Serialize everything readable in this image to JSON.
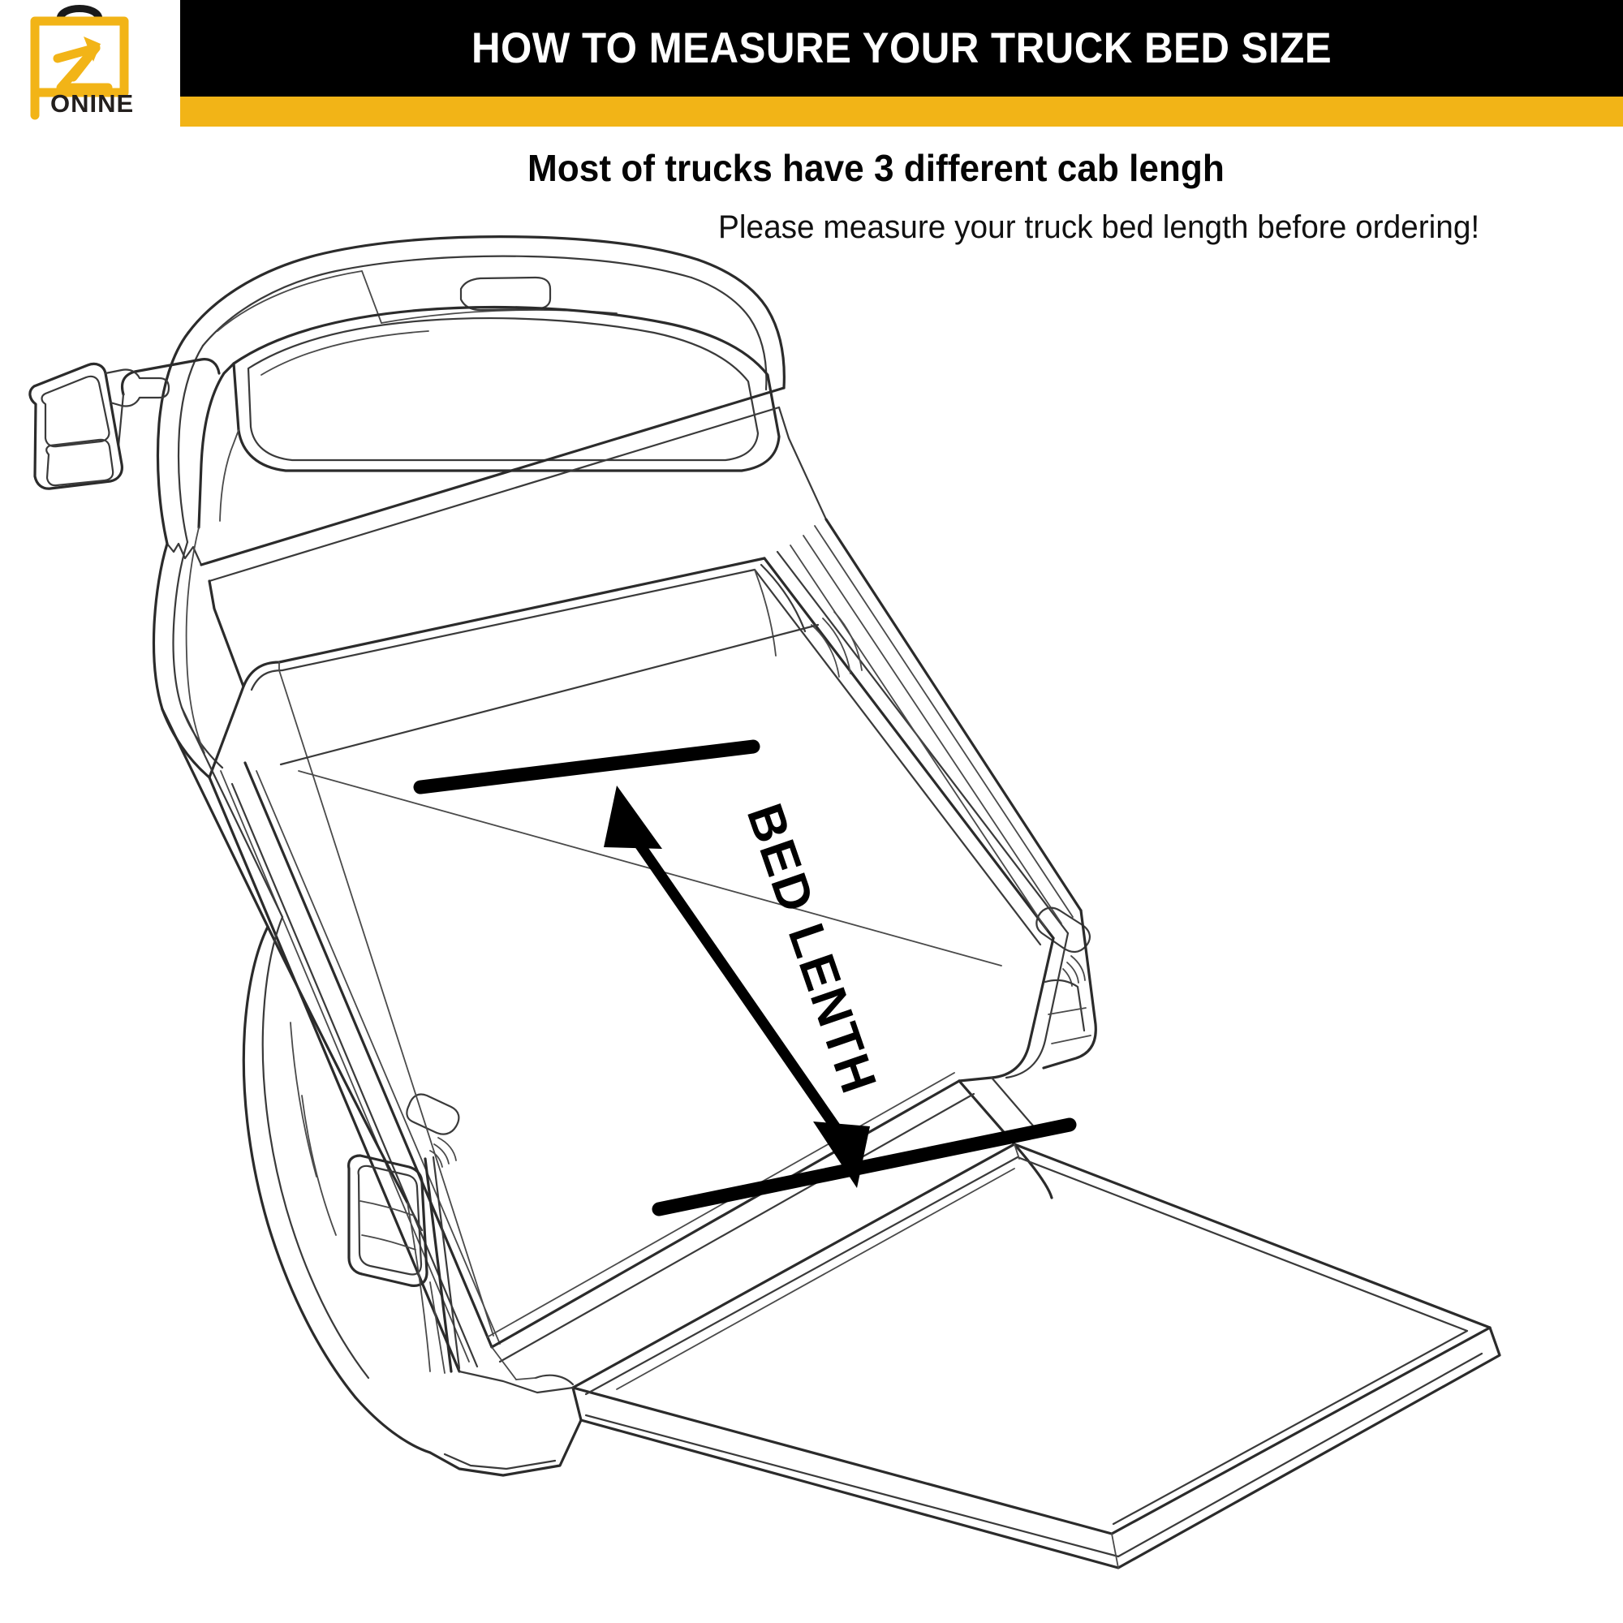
{
  "brand": {
    "name": "ONINE",
    "logo_icon": "shopping-bag-arrow-icon",
    "logo_color": "#F2B417",
    "logo_handle_color": "#1a1a1a",
    "wordmark_color": "#231f1d"
  },
  "header": {
    "title": "HOW TO MEASURE YOUR TRUCK BED SIZE",
    "bar_color": "#000000",
    "accent_color": "#F2B417",
    "title_color": "#FFFFFF"
  },
  "body": {
    "headline": "Most of trucks have 3 different cab lengh",
    "subtext": "Please measure your truck bed length before ordering!"
  },
  "diagram": {
    "name": "pickup-truck-bed-line-drawing",
    "measurement_label": "BED LENTH",
    "measurement_label_rotation_deg": 71,
    "arrow_style": "double-headed",
    "arrow_from": "bulkhead (front of bed)",
    "arrow_to": "tailgate (rear of bed)",
    "highlighted_edges": [
      "front-bed-edge-marker",
      "rear-bed-edge-marker"
    ],
    "line_color": "#2b2b2b",
    "marker_color": "#000000",
    "view": "rear three-quarter, tailgate open",
    "parts": [
      "cab-roof",
      "rear-window",
      "third-brake-light",
      "tow-mirror",
      "front-fender",
      "bed-rail-left",
      "bed-rail-right",
      "bed-floor",
      "bulkhead",
      "wheel-arch",
      "tail-light",
      "tailgate"
    ]
  }
}
